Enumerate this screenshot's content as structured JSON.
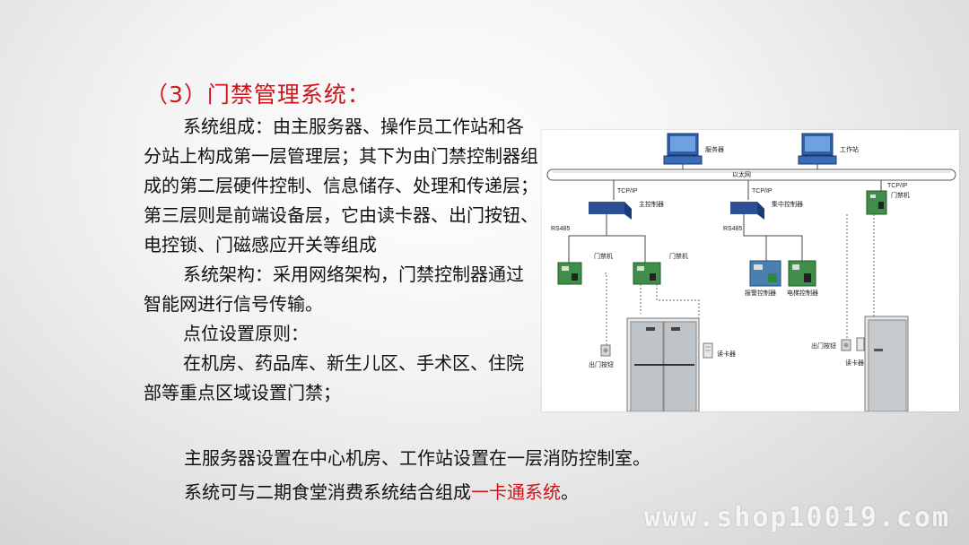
{
  "heading": "（3）门禁管理系统：",
  "paragraphs": {
    "p1": "系统组成：由主服务器、操作员工作站和各分站上构成第一层管理层；其下为由门禁控制器组成的第二层硬件控制、信息储存、处理和传递层；第三层则是前端设备层，它由读卡器、出门按钮、电控锁、门磁感应开关等组成",
    "p2": "系统架构：采用网络架构，门禁控制器通过智能网进行信号传输。",
    "p3": "点位设置原则：",
    "p4": "在机房、药品库、新生儿区、手术区、住院部等重点区域设置门禁；",
    "p5": "主服务器设置在中心机房、工作站设置在一层消防控制室。",
    "p6_prefix": "系统可与二期食堂消费系统结合组成",
    "p6_highlight": "一卡通系统",
    "p6_suffix": "。"
  },
  "diagram": {
    "server": "服务器",
    "workstation": "工作站",
    "ethernet": "以太网",
    "tcpip": "TCP/IP",
    "main_controller": "主控制器",
    "central_controller": "集中控制器",
    "rs485": "RS485",
    "door_controller": "门禁机",
    "alarm_controller": "报警控制器",
    "elevator_controller": "电梯控制器",
    "exit_button": "出门按钮",
    "card_reader": "读卡器"
  },
  "watermark": "www.shop10019.com",
  "colors": {
    "accent": "#d0141b",
    "text": "#111111"
  }
}
